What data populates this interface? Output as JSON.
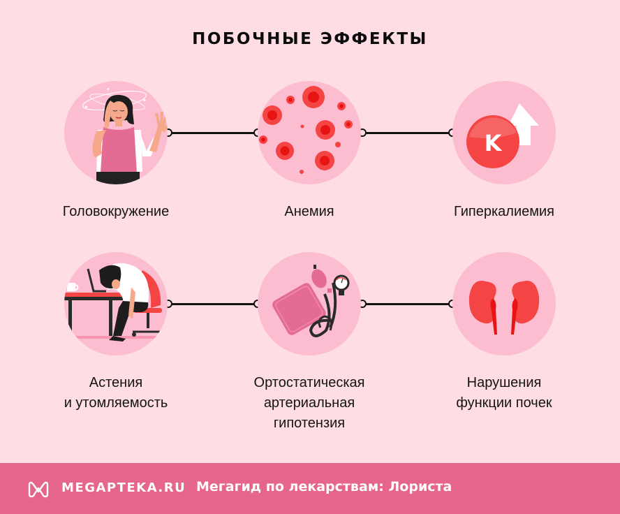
{
  "title": "ПОБОЧНЫЕ ЭФФЕКТЫ",
  "colors": {
    "background": "#fedde4",
    "circle": "#fdbdd1",
    "accent_red": "#f44444",
    "footer": "#e5658b",
    "text": "#141414"
  },
  "effects": [
    {
      "label_lines": [
        "Головокружение"
      ],
      "icon": "dizzy-woman-icon"
    },
    {
      "label_lines": [
        "Анемия"
      ],
      "icon": "blood-cells-icon"
    },
    {
      "label_lines": [
        "Гиперкалиемия"
      ],
      "icon": "potassium-up-icon",
      "symbol": "K"
    },
    {
      "label_lines": [
        "Астения",
        "и утомляемость"
      ],
      "icon": "tired-worker-icon"
    },
    {
      "label_lines": [
        "Ортостатическая",
        "артериальная",
        "гипотензия"
      ],
      "icon": "blood-pressure-cuff-icon"
    },
    {
      "label_lines": [
        "Нарушения",
        "функции почек"
      ],
      "icon": "kidneys-icon"
    }
  ],
  "footer": {
    "brand": "MEGAPTEKA.RU",
    "tagline": "Мегагид по лекарствам: Лориста"
  }
}
